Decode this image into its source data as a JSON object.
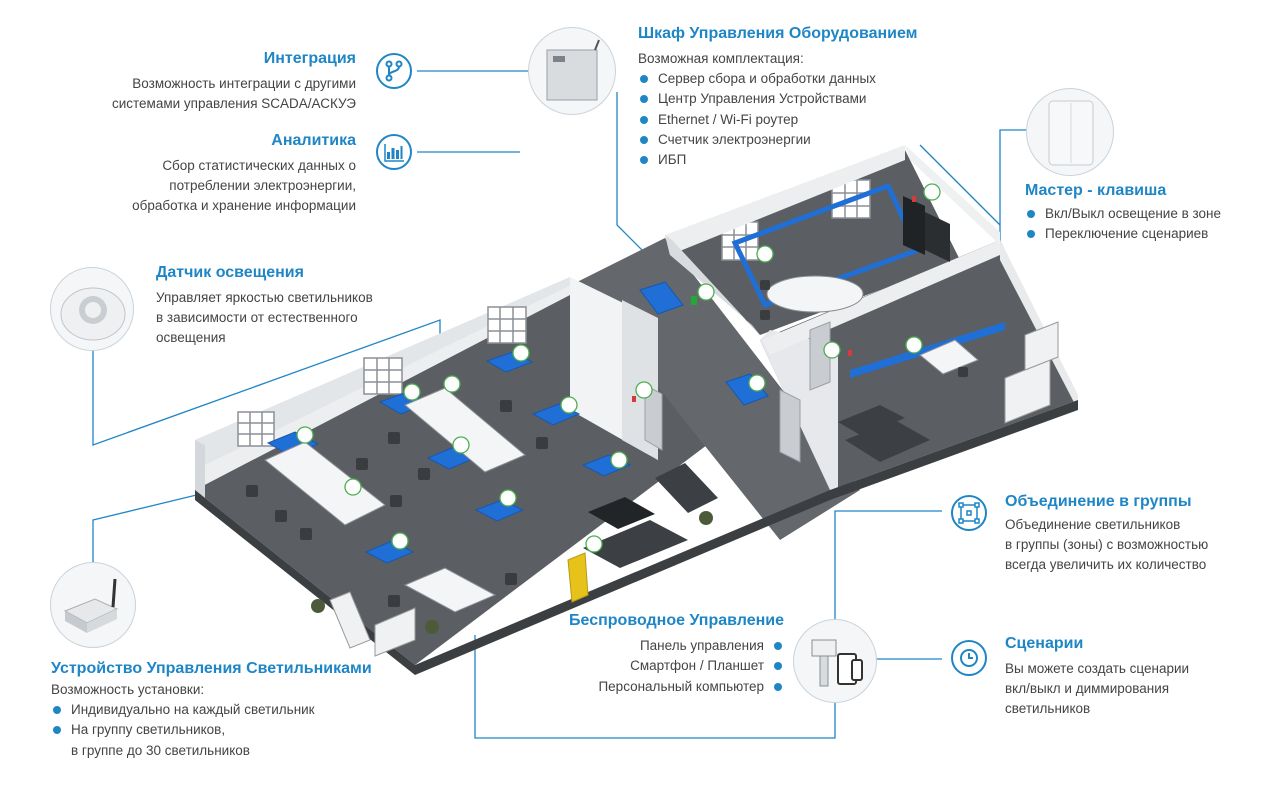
{
  "integration": {
    "title": "Интеграция",
    "lines": [
      "Возможность интеграции с другими",
      "системами управления SCADA/АСКУЭ"
    ]
  },
  "analytics": {
    "title": "Аналитика",
    "lines": [
      "Сбор статистических данных о",
      "потреблении электроэнергии,",
      "обработка и хранение информации"
    ]
  },
  "cabinet": {
    "title": "Шкаф Управления Оборудованием",
    "subtitle": "Возможная комплектация:",
    "items": [
      "Сервер сбора и обработки данных",
      "Центр Управления Устройствами",
      "Ethernet / Wi-Fi роутер",
      "Счетчик электроэнергии",
      "ИБП"
    ]
  },
  "light_sensor": {
    "title": "Датчик освещения",
    "lines": [
      "Управляет яркостью светильников",
      "в зависимости от естественного",
      "освещения"
    ]
  },
  "master_key": {
    "title": "Мастер - клавиша",
    "items": [
      "Вкл/Выкл освещение в зоне",
      "Переключение сценариев"
    ]
  },
  "grouping": {
    "title": "Объединение в группы",
    "lines": [
      "Объединение светильников",
      "в группы (зоны) с возможностью",
      "всегда увеличить их количество"
    ]
  },
  "wireless": {
    "title": "Беспроводное Управление",
    "items": [
      "Панель управления",
      "Смартфон / Планшет",
      "Персональный компьютер"
    ]
  },
  "scenarios": {
    "title": "Сценарии",
    "lines": [
      "Вы можете создать сценарии",
      "вкл/выкл и диммирования",
      "светильников"
    ]
  },
  "controller": {
    "title": "Устройство Управления Светильниками",
    "subtitle": "Возможность установки:",
    "items": [
      "Индивидуально на каждый светильник",
      "На группу светильников,"
    ],
    "continuation": "в группе до 30 светильников"
  },
  "colors": {
    "accent": "#1f86c6",
    "floor": "#5b5f63",
    "wall": "#e8eaec",
    "light_panel": "#1f6fd6",
    "wireless_icon": "#4caf50"
  },
  "icons": [
    "integration-icon",
    "analytics-icon",
    "grouping-icon",
    "scenarios-icon"
  ]
}
